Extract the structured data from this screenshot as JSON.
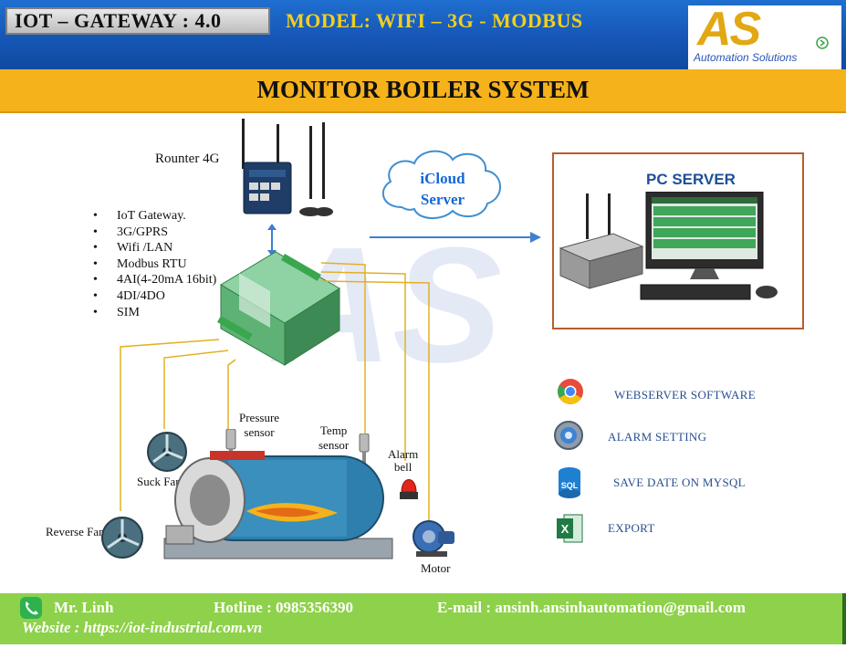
{
  "header": {
    "gateway_title": "IOT – GATEWAY : 4.0",
    "model_title": "MODEL: WIFI – 3G - MODBUS",
    "logo_mark": "AS",
    "logo_text": "Automation Solutions"
  },
  "banner": {
    "title": "MONITOR BOILER SYSTEM"
  },
  "diagram": {
    "router_label": "Rounter 4G",
    "features": [
      "IoT Gateway.",
      "3G/GPRS",
      "Wifi /LAN",
      "Modbus RTU",
      "4AI(4-20mA 16bit)",
      "4DI/4DO",
      "SIM"
    ],
    "cloud_line1": "iCloud",
    "cloud_line2": "Server",
    "pc_server_title": "PC SERVER",
    "devices": {
      "pressure_line1": "Pressure",
      "pressure_line2": "sensor",
      "temp_line1": "Temp",
      "temp_line2": "sensor",
      "alarm_line1": "Alarm",
      "alarm_line2": "bell",
      "suck_fan": "Suck Fan",
      "reverse_fan": "Reverse Fan",
      "motor": "Motor"
    }
  },
  "features_panel": [
    {
      "label": "WEBSERVER SOFTWARE",
      "icon": "chrome-icon"
    },
    {
      "label": "ALARM  SETTING",
      "icon": "alarm-setting-icon"
    },
    {
      "label": "SAVE DATE ON MYSQL",
      "icon": "sql-icon"
    },
    {
      "label": "EXPORT",
      "icon": "excel-icon"
    }
  ],
  "footer": {
    "contact_name": "Mr. Linh",
    "hotline": "Hotline : 0985356390",
    "email": "E-mail : ansinh.ansinhautomation@gmail.com",
    "website": "Website : https://iot-industrial.com.vn"
  },
  "colors": {
    "header_blue": "#1656b5",
    "banner_orange": "#f5b21b",
    "footer_green": "#8ed14a",
    "gateway_green": "#34a853",
    "pc_title_blue": "#1d4f98"
  }
}
